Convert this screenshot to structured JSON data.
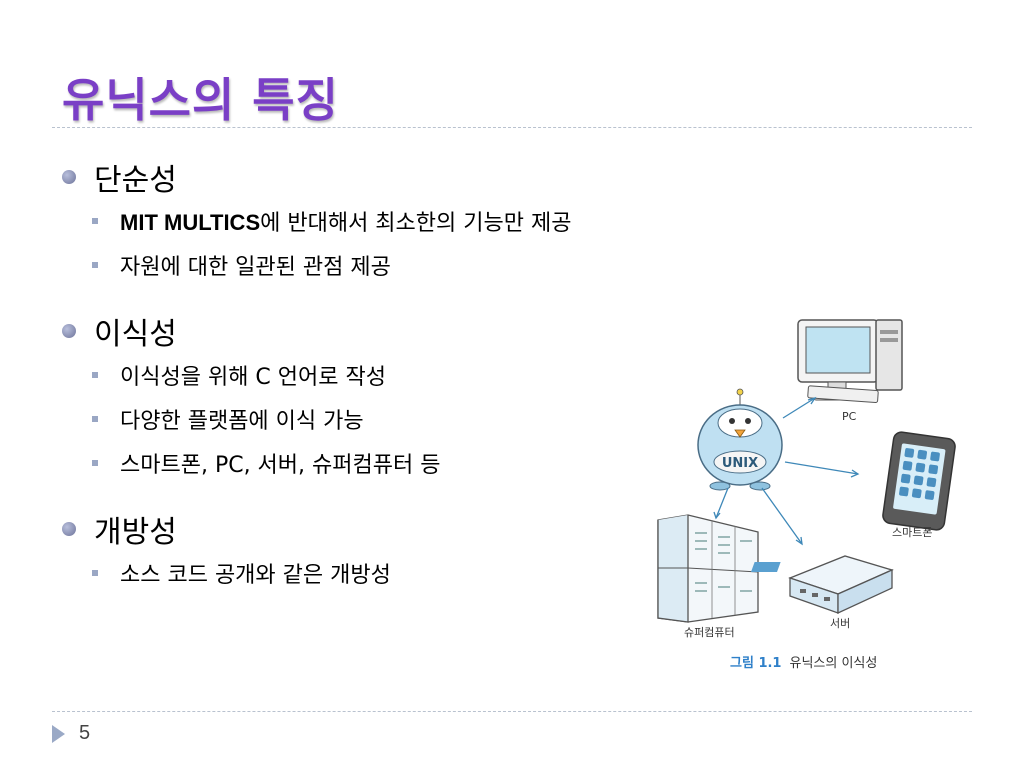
{
  "slide": {
    "title": "유닉스의 특징",
    "page_number": "5"
  },
  "sections": [
    {
      "heading": "단순성",
      "items": [
        {
          "bold": "MIT MULTICS",
          "text": "에 반대해서 최소한의 기능만 제공"
        },
        {
          "bold": "",
          "text": "자원에 대한 일관된 관점 제공"
        }
      ]
    },
    {
      "heading": "이식성",
      "items": [
        {
          "bold": "",
          "text": "이식성을 위해 C 언어로 작성"
        },
        {
          "bold": "",
          "text": "다양한 플랫폼에 이식 가능"
        },
        {
          "bold": "",
          "text": "스마트폰, PC, 서버, 슈퍼컴퓨터 등"
        }
      ]
    },
    {
      "heading": "개방성",
      "items": [
        {
          "bold": "",
          "text": "소스 코드 공개와 같은 개방성"
        }
      ]
    }
  ],
  "figure": {
    "mascot_text": "UNIX",
    "labels": {
      "pc": "PC",
      "smartphone": "스마트폰",
      "server": "서버",
      "supercomputer": "슈퍼컴퓨터"
    },
    "caption_number": "그림 1.1",
    "caption_text": "유닉스의 이식성"
  },
  "colors": {
    "title": "#7a3fc6",
    "bullet": "#8a91b5",
    "accent": "#2f80c9"
  }
}
